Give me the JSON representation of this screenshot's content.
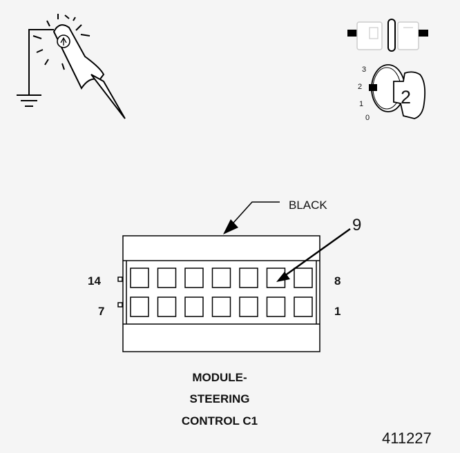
{
  "connector": {
    "color_label": "BLACK",
    "callout_pin": "9",
    "pin_labels": {
      "top_left": "14",
      "top_right": "8",
      "bottom_left": "7",
      "bottom_right": "1"
    },
    "pins_per_row": 7
  },
  "ignition": {
    "positions": [
      "3",
      "2",
      "1",
      "0"
    ],
    "key_position": "2"
  },
  "title": {
    "line1": "MODULE-",
    "line2": "STEERING",
    "line3": "CONTROL C1"
  },
  "figure_id": "411227",
  "colors": {
    "line": "#000000",
    "background": "#f5f5f5",
    "faint": "#dddddd"
  }
}
